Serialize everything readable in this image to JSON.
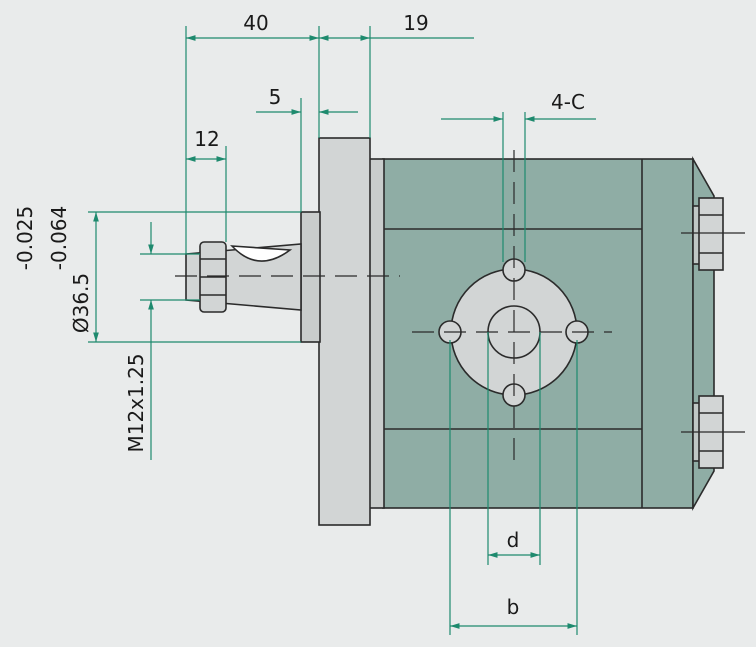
{
  "dimensions": {
    "d40": "40",
    "d19": "19",
    "d5": "5",
    "d12": "12",
    "port": "4-C",
    "d_small": "d",
    "b_large": "b",
    "tol_upper": "-0.025",
    "tol_lower": "-0.064",
    "shaft_dia": "Ø36.5",
    "thread": "M12x1.25"
  },
  "colors": {
    "body": "#8fada5",
    "flange": "#d2d5d5",
    "dimension_line": "#1e8a6e",
    "background": "#e9ebeb"
  }
}
